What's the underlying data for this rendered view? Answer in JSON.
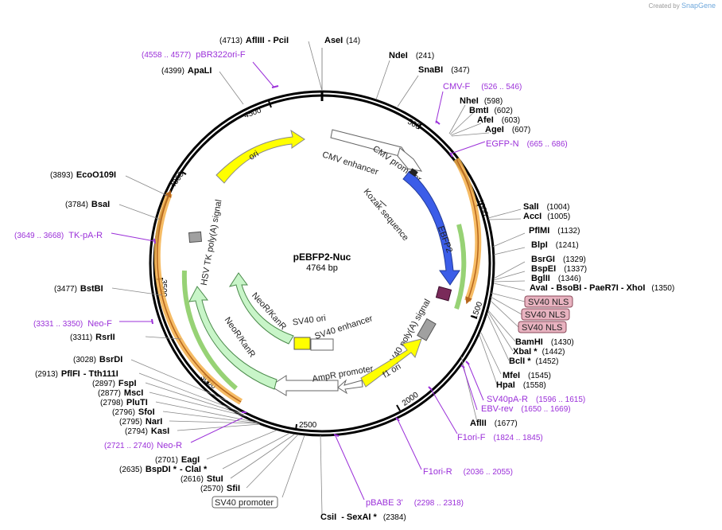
{
  "credit": {
    "prefix": "Created by",
    "brand": "SnapGene"
  },
  "plasmid": {
    "name": "pEBFP2-Nuc",
    "length": "4764 bp"
  },
  "ticks": [
    "500",
    "1000",
    "1500",
    "2000",
    "2500",
    "3000",
    "3500",
    "4000",
    "4500"
  ],
  "sites": [
    {
      "pos": "(4713)",
      "name": "AflIII",
      "extra": "- PciI"
    },
    {
      "name": "AseI",
      "pos": "(14)"
    },
    {
      "name": "NdeI",
      "pos": "(241)"
    },
    {
      "name": "SnaBI",
      "pos": "(347)"
    },
    {
      "name": "NheI",
      "pos": "(598)"
    },
    {
      "name": "BmtI",
      "pos": "(602)"
    },
    {
      "name": "AfeI",
      "pos": "(603)"
    },
    {
      "name": "AgeI",
      "pos": "(607)"
    },
    {
      "name": "SalI",
      "pos": "(1004)"
    },
    {
      "name": "AccI",
      "pos": "(1005)"
    },
    {
      "name": "PflMI",
      "pos": "(1132)"
    },
    {
      "name": "BlpI",
      "pos": "(1241)"
    },
    {
      "name": "BsrGI",
      "pos": "(1329)"
    },
    {
      "name": "BspEI",
      "pos": "(1337)"
    },
    {
      "name": "BglII",
      "pos": "(1346)"
    },
    {
      "name": "AvaI",
      "extra": "- BsoBI - PaeR7I - XhoI",
      "pos": "(1350)"
    },
    {
      "name": "BamHI",
      "pos": "(1430)"
    },
    {
      "name": "XbaI *",
      "pos": "(1442)"
    },
    {
      "name": "BclI *",
      "pos": "(1452)"
    },
    {
      "name": "MfeI",
      "pos": "(1545)"
    },
    {
      "name": "HpaI",
      "pos": "(1558)"
    },
    {
      "name": "AflII",
      "pos": "(1677)"
    },
    {
      "name": "CsiI",
      "extra": "- SexAI *",
      "pos": "(2384)"
    },
    {
      "pos": "(2570)",
      "name": "SfiI"
    },
    {
      "pos": "(2616)",
      "name": "StuI"
    },
    {
      "pos": "(2635)",
      "name": "BspDI *",
      "extra": "- ClaI *"
    },
    {
      "pos": "(2701)",
      "name": "EagI"
    },
    {
      "pos": "(2794)",
      "name": "KasI"
    },
    {
      "pos": "(2795)",
      "name": "NarI"
    },
    {
      "pos": "(2796)",
      "name": "SfoI"
    },
    {
      "pos": "(2798)",
      "name": "PluTI"
    },
    {
      "pos": "(2877)",
      "name": "MscI"
    },
    {
      "pos": "(2897)",
      "name": "FspI"
    },
    {
      "pos": "(2913)",
      "name": "PflFI",
      "extra": "- Tth111I"
    },
    {
      "pos": "(3028)",
      "name": "BsrDI"
    },
    {
      "pos": "(3311)",
      "name": "RsrII"
    },
    {
      "pos": "(3477)",
      "name": "BstBI"
    },
    {
      "pos": "(3784)",
      "name": "BsaI"
    },
    {
      "pos": "(3893)",
      "name": "EcoO109I"
    },
    {
      "pos": "(4399)",
      "name": "ApaLI"
    }
  ],
  "primers": [
    {
      "range": "(4558 .. 4577)",
      "name": "pBR322ori-F"
    },
    {
      "name": "CMV-F",
      "range": "(526 .. 546)"
    },
    {
      "name": "EGFP-N",
      "range": "(665 .. 686)"
    },
    {
      "name": "SV40pA-R",
      "range": "(1596 .. 1615)"
    },
    {
      "name": "EBV-rev",
      "range": "(1650 .. 1669)"
    },
    {
      "name": "F1ori-F",
      "range": "(1824 .. 1845)"
    },
    {
      "name": "F1ori-R",
      "range": "(2036 .. 2055)"
    },
    {
      "name": "pBABE 3'",
      "range": "(2298 .. 2318)"
    },
    {
      "range": "(2721 .. 2740)",
      "name": "Neo-R"
    },
    {
      "range": "(3331 .. 3350)",
      "name": "Neo-F"
    },
    {
      "range": "(3649 .. 3668)",
      "name": "TK-pA-R"
    }
  ],
  "boxed_features": [
    "SV40 NLS",
    "SV40 NLS",
    "SV40 NLS"
  ],
  "sv40_promoter": "SV40 promoter",
  "inner_features": {
    "cmv_enhancer": "CMV enhancer",
    "cmv_promoter": "CMV promoter",
    "kozak": "Kozak sequence",
    "ebfp2": "EBFP2",
    "sv40_polya": "SV40 poly(A) signal",
    "f1_ori": "f1 ori",
    "ampr_promoter": "AmpR promoter",
    "sv40_ori": "SV40 ori",
    "sv40_enhancer": "SV40 enhancer",
    "neor1": "NeoR/KanR",
    "neor2": "NeoR/KanR",
    "hsv_tk": "HSV TK poly(A) signal",
    "ori": "ori"
  },
  "colors": {
    "primer": "#9b30d9",
    "ebfp2": "#3b5de8",
    "ori": "#ffff00",
    "neor": "#c8f5c8",
    "orange": "#f5b04a",
    "green": "#6bbf3a",
    "nls_box": "#e8b3c0",
    "grey_box": "#a0a0a0",
    "kozak_box": "#7a2a5a"
  }
}
